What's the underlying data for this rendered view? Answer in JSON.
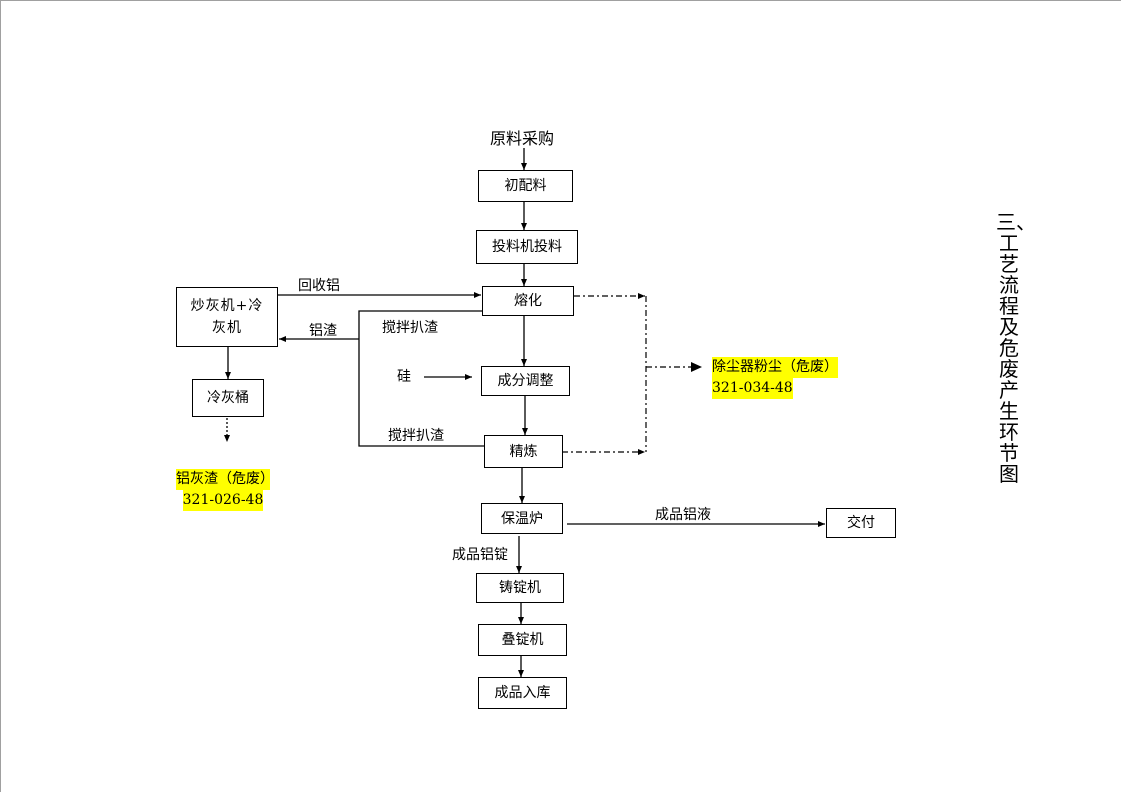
{
  "title": "三、工艺流程及危废产生环节图",
  "start_label": "原料采购",
  "boxes": {
    "initial_mixing": "初配料",
    "feeder": "投料机投料",
    "melting": "熔化",
    "composition": "成分调整",
    "refining": "精炼",
    "holding_furnace": "保温炉",
    "ingot_caster": "铸锭机",
    "ingot_stacker": "叠锭机",
    "warehouse": "成品入库",
    "delivery": "交付",
    "ash_machine": "炒灰机+冷灰机",
    "cooling_bucket": "冷灰桶"
  },
  "edge_labels": {
    "recycled_aluminum": "回收铝",
    "aluminum_slag": "铝渣",
    "stir_skim_1": "搅拌扒渣",
    "stir_skim_2": "搅拌扒渣",
    "silicon": "硅",
    "finished_liquid": "成品铝液",
    "finished_ingot": "成品铝锭"
  },
  "hazardous_waste": [
    {
      "name": "除尘器粉尘（危废）",
      "code": "321-034-48"
    },
    {
      "name": "铝灰渣（危废）",
      "code": "321-026-48"
    }
  ],
  "colors": {
    "highlight": "#ffff00",
    "line": "#000000"
  }
}
